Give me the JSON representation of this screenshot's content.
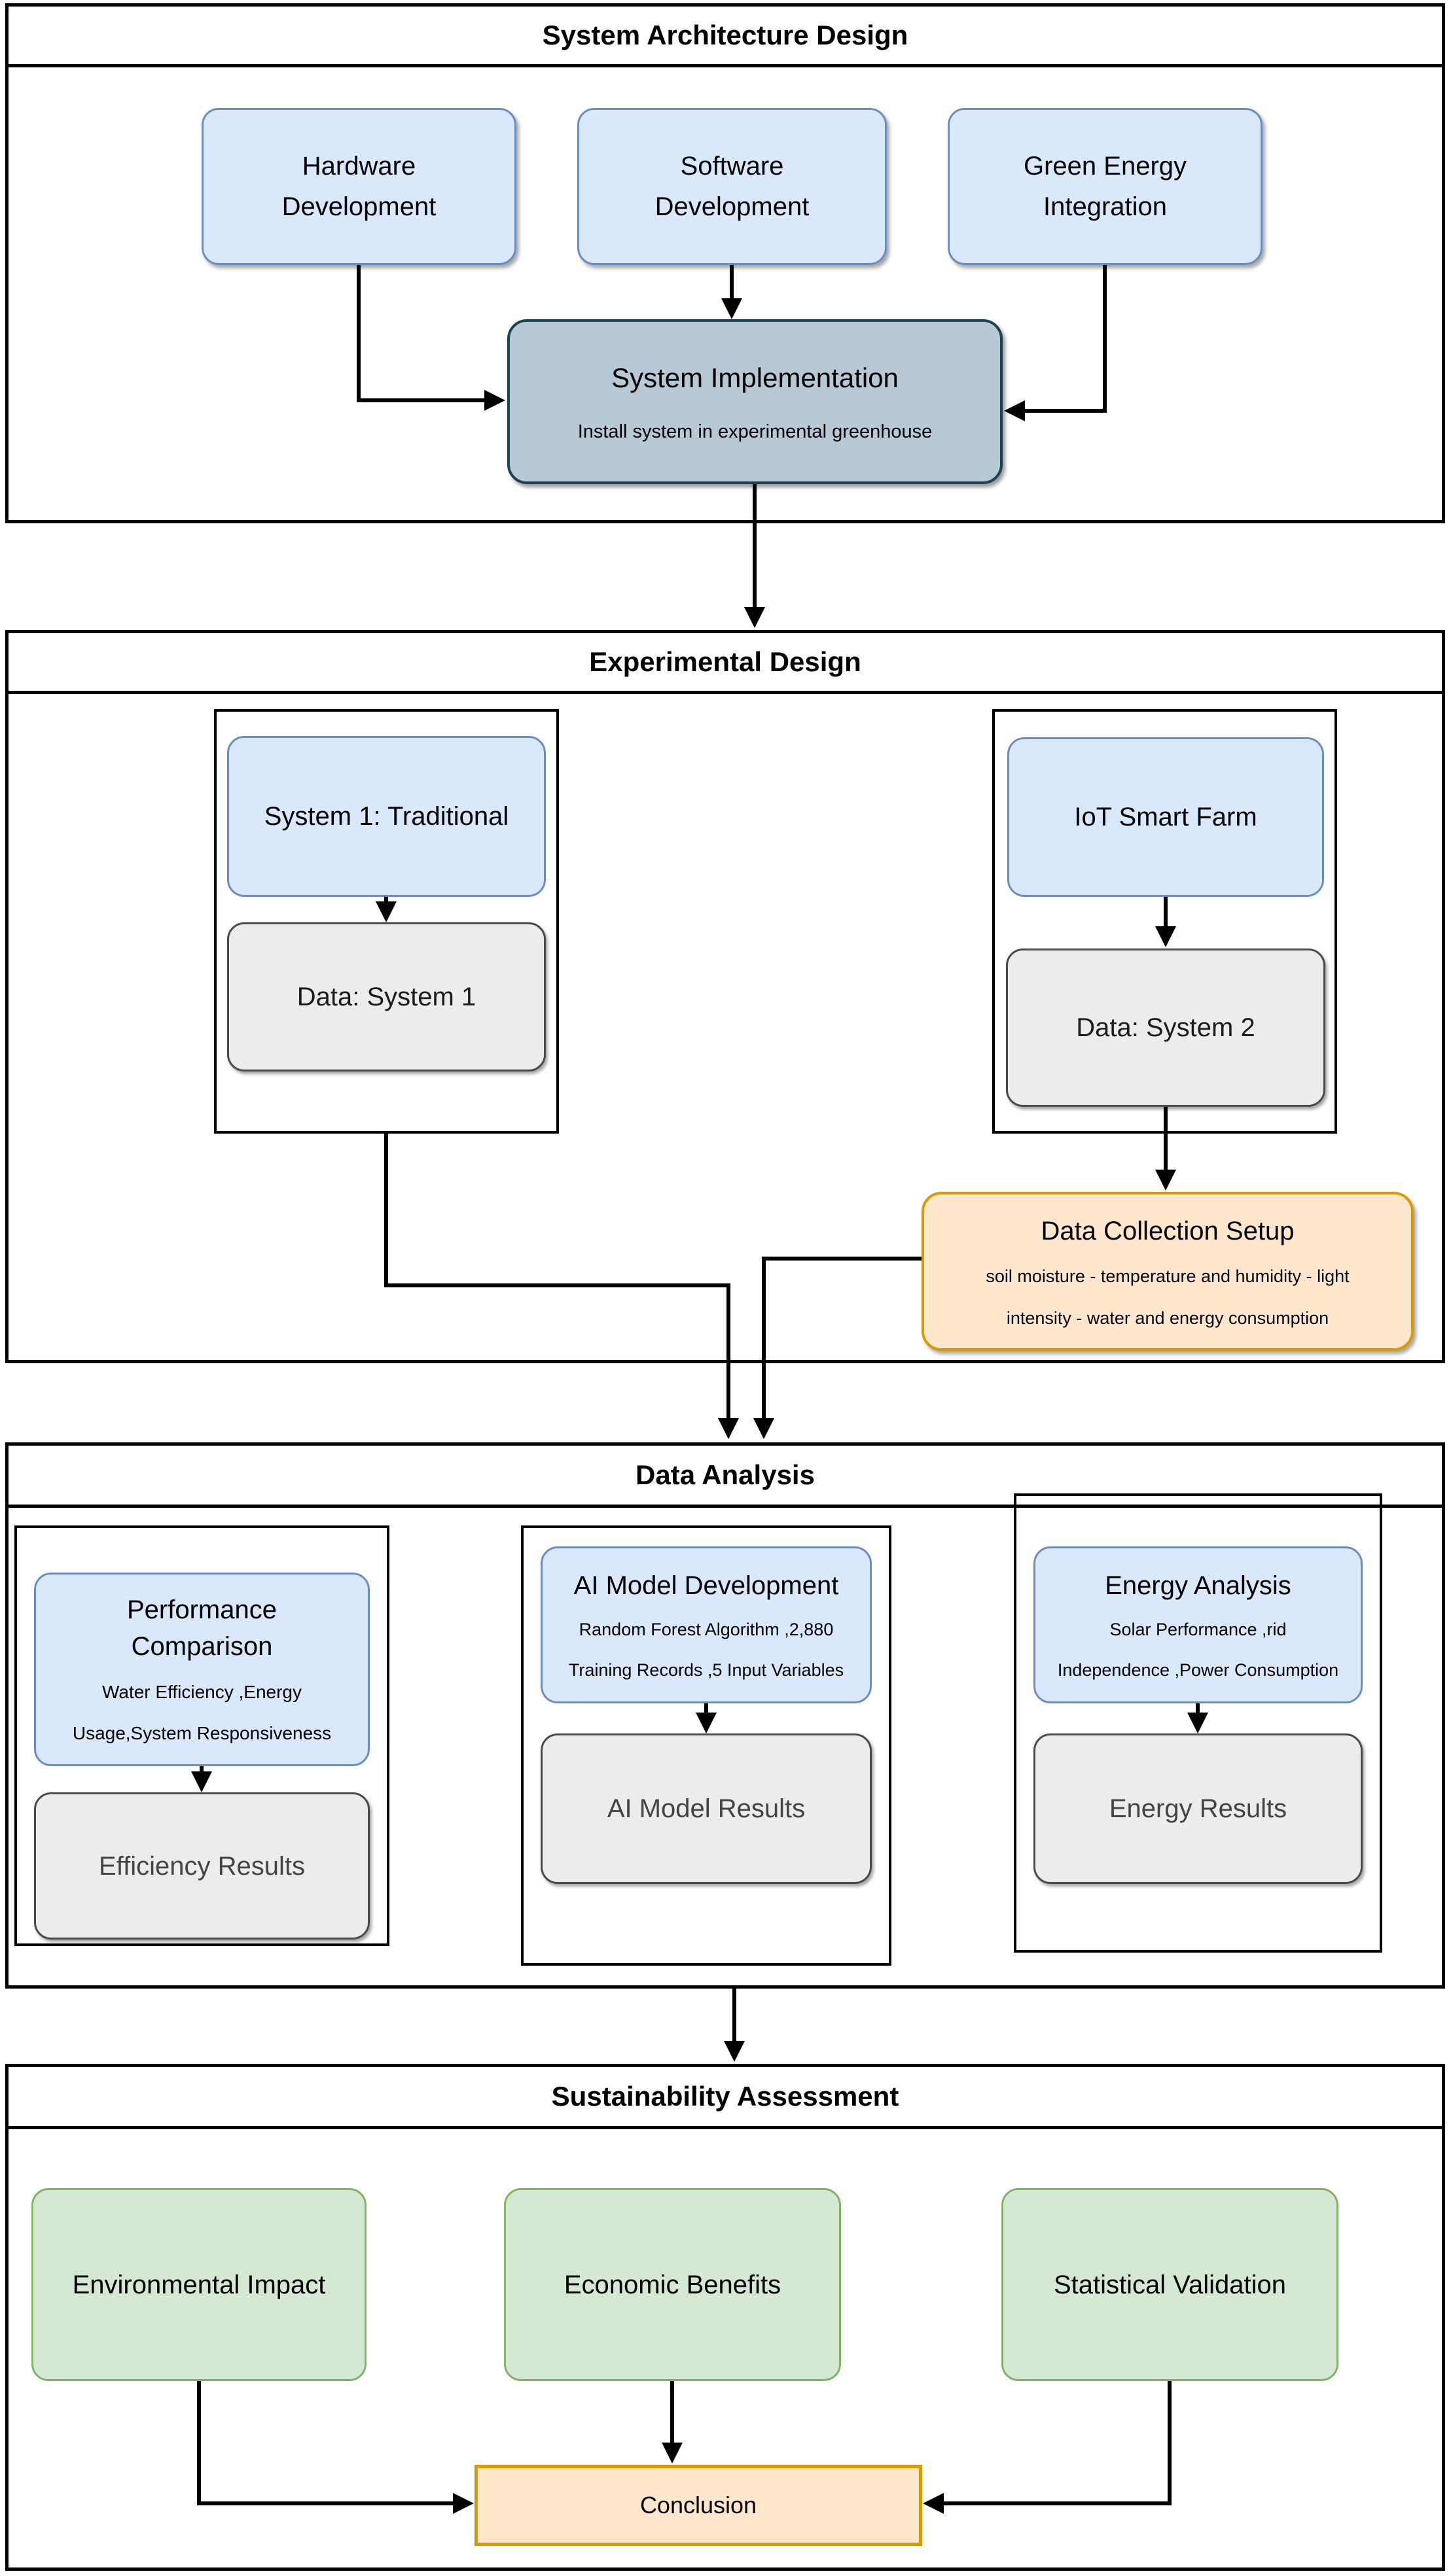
{
  "colors": {
    "blue_fill": "#dae8fc",
    "blue_border": "#6c8ebf",
    "gray_fill": "#ececec",
    "gray_border": "#4a4a4a",
    "green_fill": "#d5e8d4",
    "green_border": "#82b366",
    "orange_fill": "#ffe6cc",
    "orange_border": "#d79b00",
    "impl_fill": "#b7c9d4",
    "impl_border": "#1f4154",
    "line": "#000000"
  },
  "architecture": {
    "title": "System Architecture Design",
    "hardware": "Hardware Development",
    "software": "Software Development",
    "green_energy": "Green Energy Integration",
    "implementation_title": "System Implementation",
    "implementation_subtitle": "Install system in experimental greenhouse"
  },
  "experimental": {
    "title": "Experimental Design",
    "system1": "System 1: Traditional",
    "data_system1": "Data: System 1",
    "iot": "IoT Smart Farm",
    "data_system2": "Data: System 2",
    "dcs_title": "Data Collection Setup",
    "dcs_line1": "soil moisture - temperature and humidity - light",
    "dcs_line2": "intensity - water and energy consumption"
  },
  "analysis": {
    "title": "Data Analysis",
    "perf_title": "Performance Comparison",
    "perf_line1": "Water Efficiency ,Energy",
    "perf_line2": "Usage,System Responsiveness",
    "efficiency_results": "Efficiency Results",
    "ai_title": "AI Model Development",
    "ai_line1": "Random Forest Algorithm ,2,880",
    "ai_line2": "Training Records ,5 Input Variables",
    "ai_results": "AI Model Results",
    "energy_title": "Energy Analysis",
    "energy_line1": "Solar Performance ,rid",
    "energy_line2": "Independence ,Power Consumption",
    "energy_results": "Energy Results"
  },
  "sustainability": {
    "title": "Sustainability Assessment",
    "environmental": "Environmental Impact",
    "economic": "Economic Benefits",
    "statistical": "Statistical Validation",
    "conclusion": "Conclusion"
  }
}
